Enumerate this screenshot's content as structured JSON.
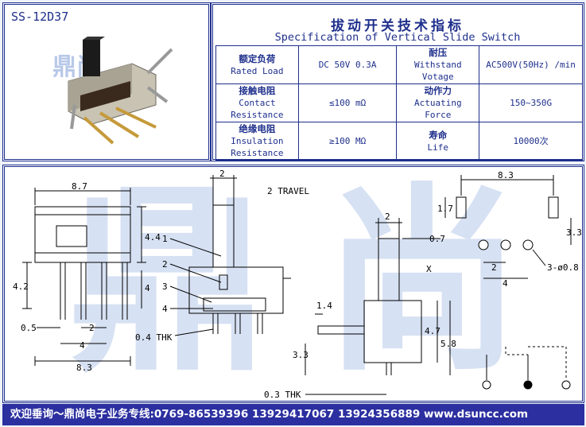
{
  "header": {
    "model": "SS-12D37",
    "title_cn": "拔动开关技术指标",
    "title_en": "Specification of Vertical Slide Switch"
  },
  "specs": [
    {
      "left_cn": "额定负荷",
      "left_en": "Rated Load",
      "left_value": "DC 50V 0.3A",
      "right_cn": "耐压",
      "right_en": "Withstand Votage",
      "right_value": "AC500V(50Hz) /min"
    },
    {
      "left_cn": "接触电阻",
      "left_en": "Contact Resistance",
      "left_value": "≤100 mΩ",
      "right_cn": "动作力",
      "right_en": "Actuating Force",
      "right_value": "150~350G"
    },
    {
      "left_cn": "绝缘电阻",
      "left_en": "Insulation Resistance",
      "left_value": "≥100 MΩ",
      "right_cn": "寿命",
      "right_en": "Life",
      "right_value": "10000次"
    }
  ],
  "drawing": {
    "watermark_1": "鼎",
    "watermark_2": "尚",
    "photo_watermark": "鼎尚",
    "dims": {
      "d2_top": "2",
      "travel": "2 TRAVEL",
      "d87": "8.7",
      "d44": "4.4",
      "d42": "4.2",
      "d4_left": "4",
      "d05": "0.5",
      "d2_bottom": "2",
      "d4_bottom": "4",
      "d83_bottom": "8.3",
      "thk04": "0.4 THK",
      "n1": "1",
      "n2": "2",
      "n3": "3",
      "n4": "4",
      "d2_mid": "2",
      "d07": "0.7",
      "x": "X",
      "d14": "1.4",
      "d47": "4.7",
      "d58": "5.8",
      "d33_mid": "3.3",
      "thk03": "0.3 THK",
      "d83_right": "8.3",
      "d17": "1.7",
      "d33_right": "3.3",
      "d2_right": "2",
      "d4_right": "4",
      "holes": "3-ø0.8"
    }
  },
  "footer": {
    "text": "欢迎垂询～鼎尚电子业务专线:0769-86539396  13929417067 13924356889  www.dsuncc.com"
  },
  "colors": {
    "frame": "#1e2f8c",
    "footer_bg": "#2b2fa0",
    "watermark": "#c9d7f0"
  }
}
